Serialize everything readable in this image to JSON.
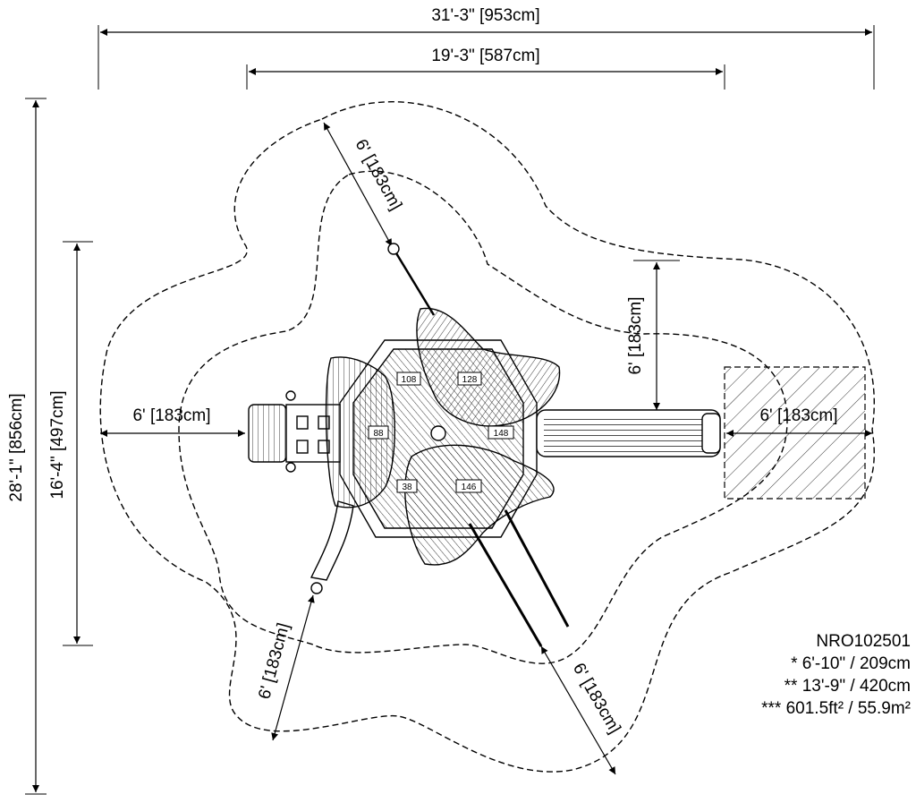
{
  "dimensions": {
    "overall_width": "31'-3\" [953cm]",
    "structure_width": "19'-3\" [587cm]",
    "overall_depth": "28'-1\" [856cm]",
    "structure_depth": "16'-4\" [497cm]",
    "clearance_top": "6' [183cm]",
    "clearance_left": "6' [183cm]",
    "clearance_right_vertical": "6' [183cm]",
    "clearance_slide_exit": "6' [183cm]",
    "clearance_bottom_left": "6' [183cm]",
    "clearance_bottom_right": "6' [183cm]"
  },
  "deck_heights": [
    "108",
    "128",
    "88",
    "148",
    "38",
    "146"
  ],
  "spec": {
    "model": "NRO102501",
    "fall_height": "* 6'-10\" / 209cm",
    "max_height": "** 13'-9\" / 420cm",
    "use_zone_area": "*** 601.5ft² / 55.9m²"
  }
}
